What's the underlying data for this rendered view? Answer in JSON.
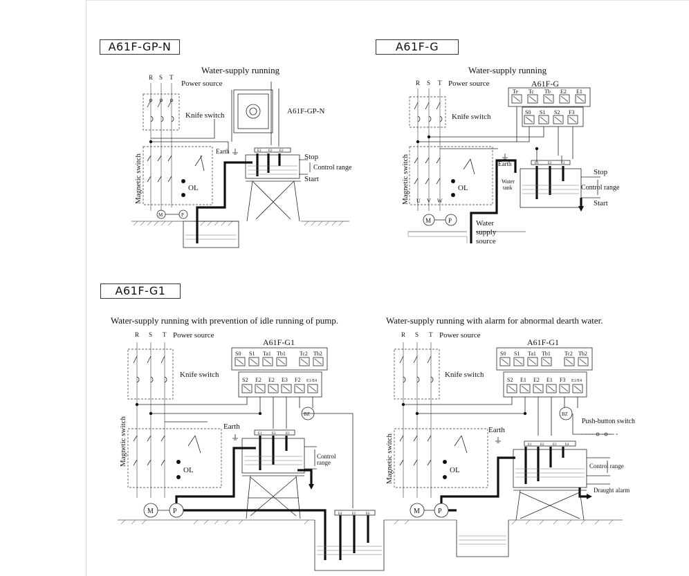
{
  "panels": {
    "gpn": {
      "model": "A61F-GP-N",
      "title": "Water-supply running",
      "phases": [
        "R",
        "S",
        "T"
      ],
      "power_source": "Power source",
      "knife_switch": "Knife switch",
      "magnetic_switch": "Magnetic switch",
      "device_label": "A61F-GP-N",
      "earth": "Earth",
      "stop": "Stop",
      "control_range": "Control range",
      "start": "Start",
      "ol": "OL",
      "motor": "M",
      "pump": "P",
      "terminal_labels": [
        "E1",
        "E2",
        "E3"
      ]
    },
    "g": {
      "model": "A61F-G",
      "title": "Water-supply running",
      "phases": [
        "R",
        "S",
        "T"
      ],
      "power_source": "Power source",
      "device_label": "A61F-G",
      "top_terminals": [
        "Te",
        "Tc",
        "Tb",
        "E2",
        "E1"
      ],
      "bottom_terminals": [
        "S0",
        "S1",
        "S2",
        "F3"
      ],
      "knife_switch": "Knife switch",
      "magnetic_switch": "Magnetic switch",
      "earth": "Earth",
      "stop": "Stop",
      "control_range": "Control range",
      "start": "Start",
      "ol": "OL",
      "motor_phases": [
        "U",
        "V",
        "W"
      ],
      "motor": "M",
      "pump": "P",
      "water_tank": [
        "Water",
        "tank"
      ],
      "water_supply_source": [
        "Water",
        "supply",
        "source"
      ],
      "terminal_labels": [
        "E3",
        "E2",
        "E1"
      ]
    },
    "g1_left": {
      "title": "Water-supply running with prevention of idle running of pump.",
      "phases": [
        "R",
        "S",
        "T"
      ],
      "power_source": "Power source",
      "device_label": "A61F-G1",
      "top_terminals": [
        "S0",
        "S1",
        "Ta1",
        "Tb1",
        "Tc2",
        "Tb2"
      ],
      "bottom_terminals": [
        "S2",
        "E2",
        "E2",
        "E3",
        "F2",
        "E1/E4"
      ],
      "knife_switch": "Knife switch",
      "magnetic_switch": "Magnetic switch",
      "earth": "Earth",
      "control_range": [
        "Control",
        "range"
      ],
      "ol": "OL",
      "motor": "M",
      "pump": "P",
      "buzzer": "BZ",
      "terminal_labels": [
        "E1",
        "E2",
        "E3"
      ],
      "well_terminal_labels": [
        "E4",
        "E5",
        "E6"
      ]
    },
    "g1_right": {
      "title": "Water-supply running with alarm for abnormal dearth water.",
      "phases": [
        "R",
        "S",
        "T"
      ],
      "power_source": "Power source",
      "device_label": "A61F-G1",
      "top_terminals": [
        "S0",
        "S1",
        "Ta1",
        "Tb1",
        "Tc2",
        "Tb2"
      ],
      "bottom_terminals": [
        "S2",
        "E1",
        "E2",
        "E1",
        "F3",
        "E1/E4"
      ],
      "knife_switch": "Knife switch",
      "magnetic_switch": "Magnetic switch",
      "push_button": "Push-button switch",
      "earth": "Earth",
      "control_range": "Control range",
      "draught_alarm": "Draught alarm",
      "ol": "OL",
      "motor": "M",
      "pump": "P",
      "buzzer": "BZ",
      "terminal_labels": [
        "E1",
        "E2",
        "E3",
        "E4"
      ]
    },
    "g1_model": "A61F-G1"
  }
}
